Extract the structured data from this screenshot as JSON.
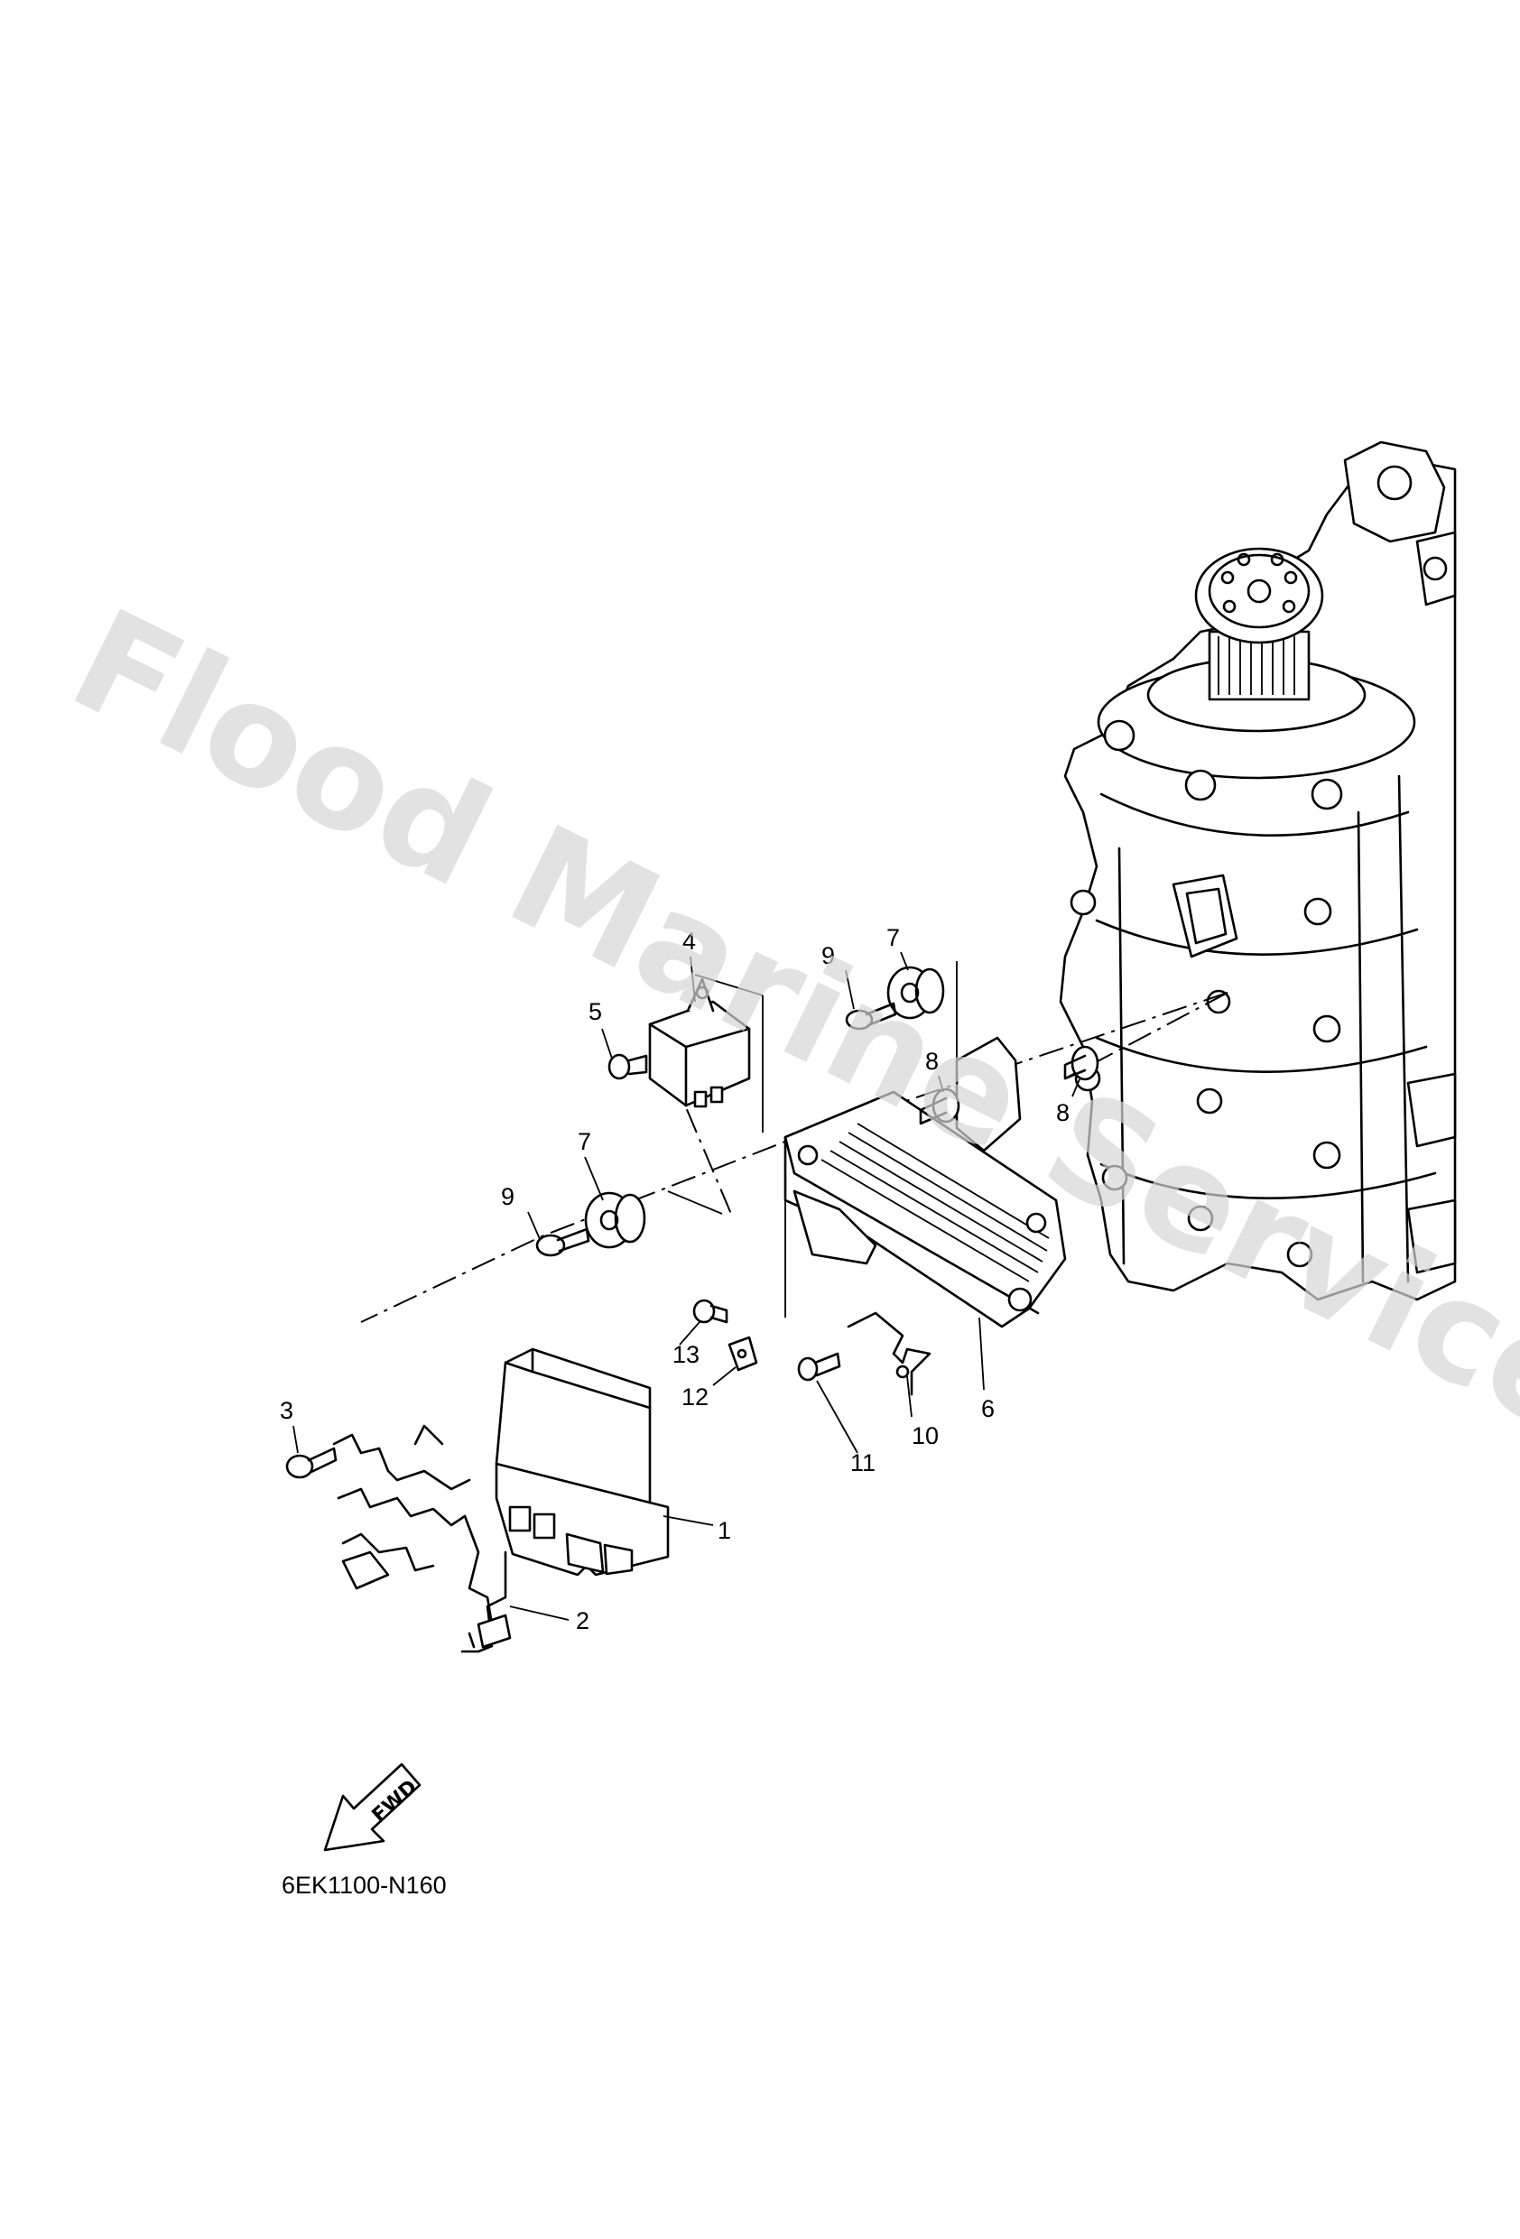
{
  "watermark": "Flood Marine Services",
  "diagram_code": "6EK1100-N160",
  "fwd_label": "FWD",
  "callouts": {
    "c1": "1",
    "c2": "2",
    "c3": "3",
    "c4": "4",
    "c5": "5",
    "c6": "6",
    "c7a": "7",
    "c7b": "7",
    "c8a": "8",
    "c8b": "8",
    "c9a": "9",
    "c9b": "9",
    "c10": "10",
    "c11": "11",
    "c12": "12",
    "c13": "13"
  }
}
